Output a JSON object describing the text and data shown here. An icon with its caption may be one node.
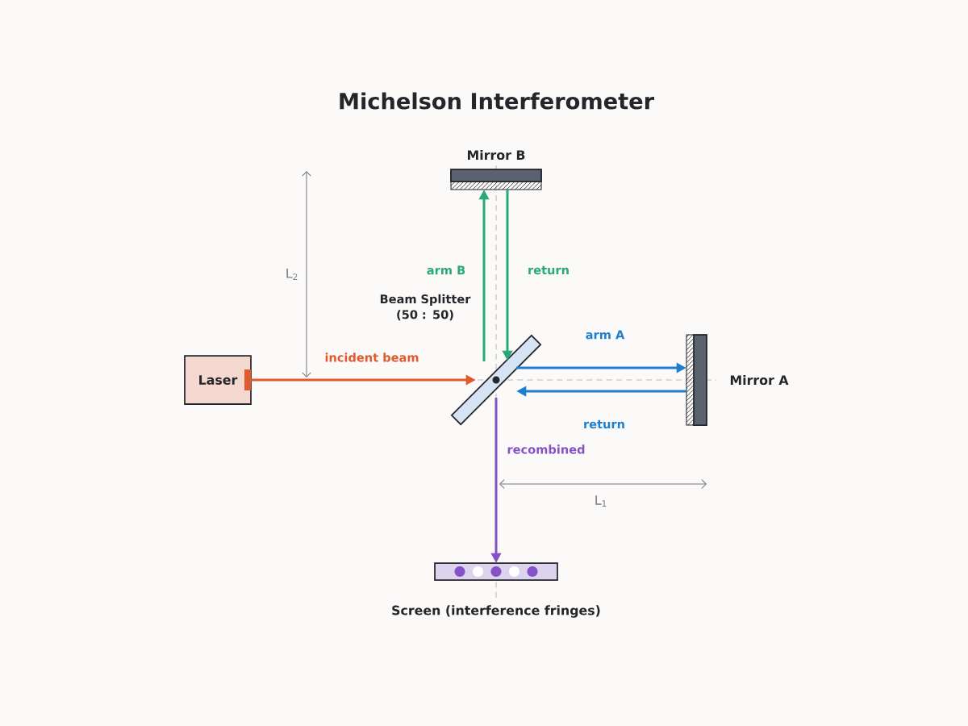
{
  "diagram": {
    "title": "Michelson Interferometer",
    "nodes": [
      {
        "text": [
          "Laser"
        ]
      },
      {
        "text": [
          "Beam Splitter (50 : 50)"
        ]
      },
      {
        "text": [
          "Mirror B"
        ]
      },
      {
        "text": [
          "Mirror A"
        ]
      },
      {
        "text": [
          "Screen (interference fringes)"
        ]
      }
    ],
    "edges": [
      {
        "from": 0,
        "to": 1,
        "arrow": "to",
        "label": "incident beam",
        "color": "#e05a2b"
      },
      {
        "from": 1,
        "to": 2,
        "arrow": "to",
        "label": "arm B",
        "color": "#2aa876"
      },
      {
        "from": 2,
        "to": 1,
        "arrow": "to",
        "label": "return",
        "color": "#2aa876"
      },
      {
        "from": 1,
        "to": 3,
        "arrow": "to",
        "label": "arm A",
        "color": "#1f7fcf"
      },
      {
        "from": 3,
        "to": 1,
        "arrow": "to",
        "label": "return",
        "color": "#1f7fcf"
      },
      {
        "from": 1,
        "to": 4,
        "arrow": "to",
        "label": "recombined",
        "color": "#8552c8"
      }
    ],
    "labels": [
      "L$_{2}$",
      "L$_{1}$"
    ]
  }
}
